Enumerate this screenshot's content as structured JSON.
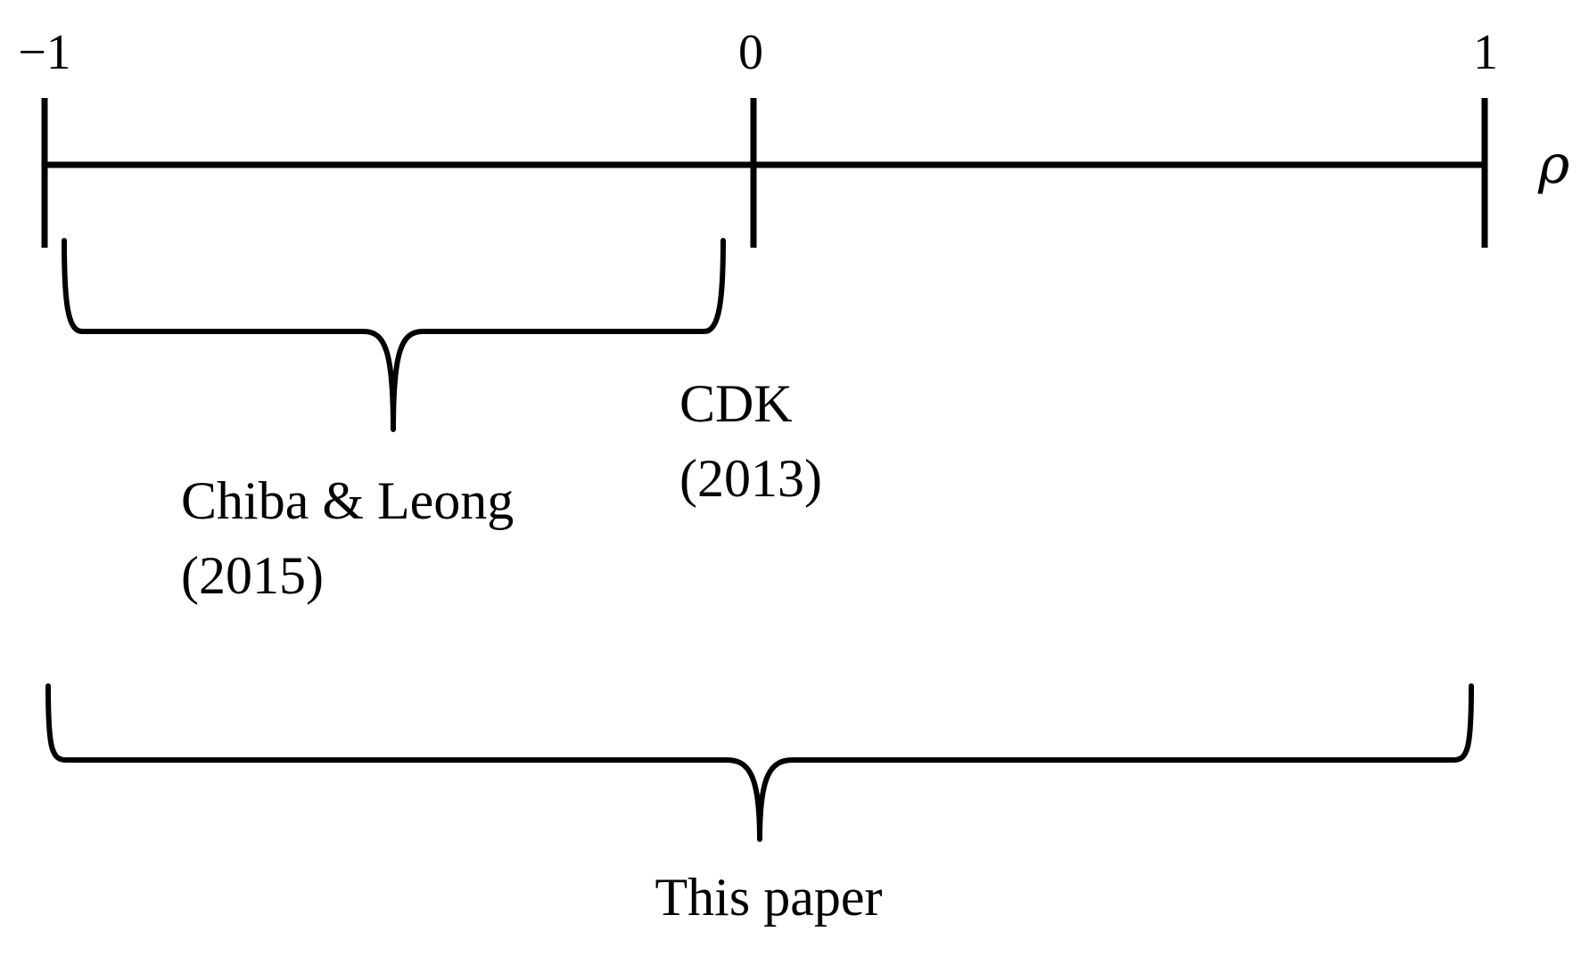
{
  "axis": {
    "symbol": "ρ",
    "ticks": [
      {
        "value": -1,
        "label": "−1"
      },
      {
        "value": 0,
        "label": "0"
      },
      {
        "value": 1,
        "label": "1"
      }
    ]
  },
  "ranges": [
    {
      "from": -1,
      "to": 0,
      "lines": [
        "Chiba & Leong",
        "(2015)"
      ]
    },
    {
      "from": 0,
      "to": 0,
      "lines": [
        "CDK",
        "(2013)"
      ]
    },
    {
      "from": -1,
      "to": 1,
      "lines": [
        "This paper"
      ]
    }
  ]
}
